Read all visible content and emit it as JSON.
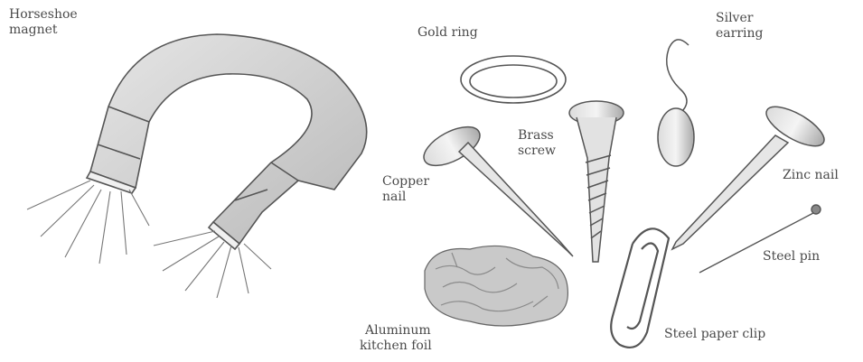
{
  "labels": {
    "horseshoe_magnet": [
      "Horseshoe",
      "magnet"
    ],
    "gold_ring": "Gold ring",
    "silver_earring": [
      "Silver",
      "earring"
    ],
    "brass_screw": [
      "Brass",
      "screw"
    ],
    "copper_nail": [
      "Copper",
      "nail"
    ],
    "zinc_nail": "Zinc nail",
    "steel_pin": "Steel pin",
    "aluminum_foil": [
      "Aluminum",
      "kitchen foil"
    ],
    "steel_paper_clip": "Steel paper clip"
  },
  "colors": {
    "ink": "#555555",
    "shade": "#cfcfcf",
    "paper": "#ffffff"
  }
}
